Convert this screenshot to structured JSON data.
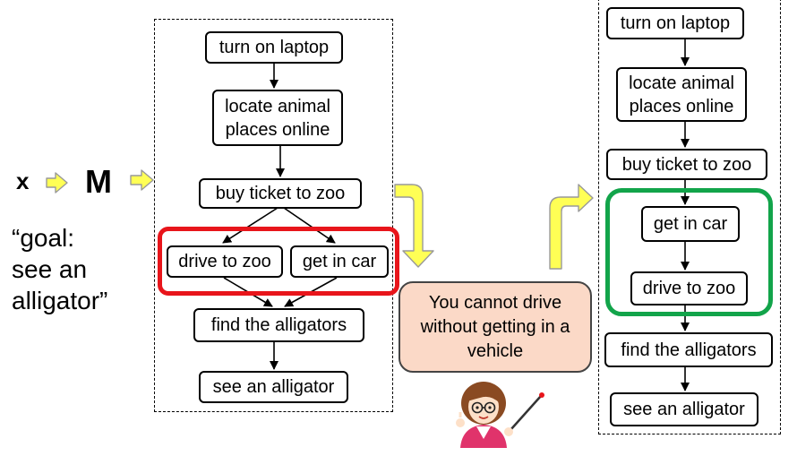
{
  "input": {
    "x_label": "x",
    "model_label": "M",
    "goal_text": "“goal:\nsee an\nalligator”"
  },
  "left_plan": {
    "steps": {
      "turn_on_laptop": "turn on laptop",
      "locate_places": "locate animal\nplaces online",
      "buy_ticket": "buy ticket to zoo",
      "drive_to_zoo": "drive to zoo",
      "get_in_car": "get in car",
      "find_alligators": "find the alligators",
      "see_alligator": "see an alligator"
    }
  },
  "feedback": {
    "text": "You cannot drive\nwithout getting in a\nvehicle"
  },
  "right_plan": {
    "steps": {
      "turn_on_laptop": "turn on laptop",
      "locate_places": "locate animal\nplaces online",
      "buy_ticket": "buy ticket to zoo",
      "get_in_car": "get in car",
      "drive_to_zoo": "drive to zoo",
      "find_alligators": "find the alligators",
      "see_alligator": "see an alligator"
    }
  },
  "colors": {
    "error_highlight": "#e8151b",
    "fix_highlight": "#12a44a",
    "arrow_fill": "#ffff55",
    "arrow_stroke": "#999999",
    "feedback_bg": "#fbd9c7"
  },
  "icons": {
    "teacher": "teacher-avatar-icon",
    "flow": "yellow-block-arrow-icon"
  }
}
